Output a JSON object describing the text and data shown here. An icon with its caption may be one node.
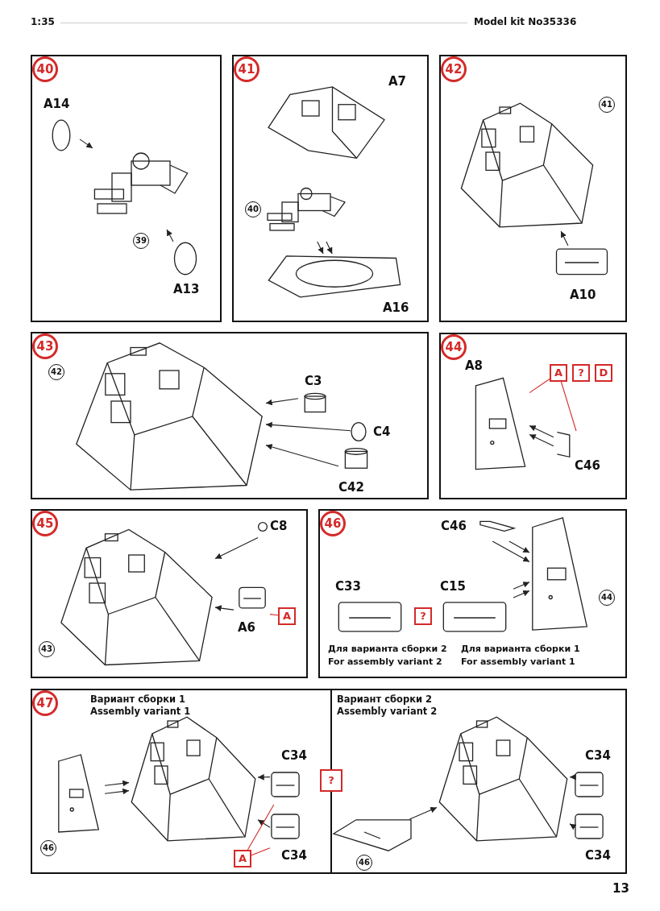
{
  "diagram": {
    "nodes": [
      {
        "text": [
          "40"
        ]
      },
      {
        "text": [
          "A14"
        ],
        "in": 0
      },
      {
        "text": [
          "39"
        ],
        "in": 0
      },
      {
        "text": [
          "A13"
        ],
        "in": 0
      },
      {
        "text": [
          "41"
        ]
      },
      {
        "text": [
          "A7"
        ],
        "in": 4
      },
      {
        "text": [
          "40"
        ],
        "in": 4
      },
      {
        "text": [
          "A16"
        ],
        "in": 4
      },
      {
        "text": [
          "42"
        ]
      },
      {
        "text": [],
        "shape": "picture",
        "in": 8,
        "beside": [
          "41"
        ]
      },
      {
        "text": [
          "A10"
        ],
        "in": 8
      },
      {
        "text": [
          "43"
        ]
      },
      {
        "text": [],
        "shape": "picture",
        "in": 11,
        "beside": [
          "42"
        ]
      },
      {
        "text": [
          "C3"
        ],
        "in": 11
      },
      {
        "text": [
          "C4"
        ],
        "in": 11
      },
      {
        "text": [
          "C42"
        ],
        "in": 11
      },
      {
        "text": [
          "44"
        ]
      },
      {
        "text": [
          "A8"
        ],
        "in": 16
      },
      {
        "text": [
          "C46"
        ],
        "in": 16
      },
      {
        "text": [
          "A"
        ],
        "in": 16
      },
      {
        "text": [
          "?"
        ],
        "in": 16
      },
      {
        "text": [
          "D"
        ],
        "in": 16
      },
      {
        "text": [
          "45"
        ]
      },
      {
        "text": [],
        "shape": "picture",
        "in": 22,
        "beside": [
          "43"
        ]
      },
      {
        "text": [
          "C8"
        ],
        "in": 22
      },
      {
        "text": [
          "A6"
        ],
        "in": 22
      },
      {
        "text": [
          "A"
        ],
        "in": 22
      },
      {
        "text": [
          "46"
        ]
      },
      {
        "text": [
          "C46"
        ],
        "in": 27
      },
      {
        "text": [],
        "shape": "picture",
        "in": 27,
        "beside": [
          "44"
        ]
      },
      {
        "text": [
          "C15"
        ],
        "in": 27,
        "beside": [
          "Для варианта сборки 1",
          "For assembly variant 1"
        ]
      },
      {
        "text": [
          "C33"
        ],
        "in": 27,
        "beside": [
          "Для варианта сборки 2",
          "For assembly variant 2"
        ]
      },
      {
        "text": [
          "?"
        ],
        "in": 27
      },
      {
        "text": [
          "47"
        ]
      },
      {
        "text": [
          "Вариант сборки 1",
          "Assembly variant 1"
        ],
        "in": 33
      },
      {
        "text": [
          "Вариант сборки 2",
          "Assembly variant 2"
        ],
        "in": 33
      },
      {
        "text": [],
        "shape": "picture",
        "in": 34
      },
      {
        "text": [],
        "shape": "picture",
        "in": 34,
        "beside": [
          "46"
        ]
      },
      {
        "text": [
          "C34"
        ],
        "in": 34
      },
      {
        "text": [
          "C34"
        ],
        "in": 34
      },
      {
        "text": [
          "A"
        ],
        "in": 34
      },
      {
        "text": [
          "?"
        ],
        "in": 33
      },
      {
        "text": [],
        "shape": "picture",
        "in": 35
      },
      {
        "text": [],
        "shape": "picture",
        "in": 35,
        "beside": [
          "46"
        ]
      },
      {
        "text": [
          "C34"
        ],
        "in": 35
      },
      {
        "text": [
          "C34"
        ],
        "in": 35
      }
    ],
    "edges": [
      {
        "from": 1,
        "to": 2,
        "arrow": "to"
      },
      {
        "from": 3,
        "to": 2,
        "arrow": "to"
      },
      {
        "from": 6,
        "to": 7,
        "arrow": "to"
      },
      {
        "from": 6,
        "to": 7,
        "arrow": "to"
      },
      {
        "from": 10,
        "to": 9,
        "arrow": "to"
      },
      {
        "from": 13,
        "to": 12,
        "arrow": "to"
      },
      {
        "from": 14,
        "to": 12,
        "arrow": "to"
      },
      {
        "from": 15,
        "to": 12,
        "arrow": "to"
      },
      {
        "from": 18,
        "to": 17,
        "arrow": "to"
      },
      {
        "from": 18,
        "to": 17,
        "arrow": "to"
      },
      {
        "from": 19,
        "to": 17,
        "arrow": "none",
        "color": "#d42a2a"
      },
      {
        "from": 19,
        "to": 18,
        "arrow": "none",
        "color": "#d42a2a"
      },
      {
        "from": 24,
        "to": 23,
        "arrow": "to"
      },
      {
        "from": 25,
        "to": 23,
        "arrow": "to"
      },
      {
        "from": 26,
        "to": 25,
        "arrow": "none",
        "color": "#d42a2a"
      },
      {
        "from": 28,
        "to": 29,
        "arrow": "to"
      },
      {
        "from": 28,
        "to": 29,
        "arrow": "to"
      },
      {
        "from": 30,
        "to": 29,
        "arrow": "to"
      },
      {
        "from": 30,
        "to": 29,
        "arrow": "to"
      },
      {
        "from": 37,
        "to": 36,
        "arrow": "to"
      },
      {
        "from": 37,
        "to": 36,
        "arrow": "to"
      },
      {
        "from": 38,
        "to": 36,
        "arrow": "to"
      },
      {
        "from": 39,
        "to": 36,
        "arrow": "to"
      },
      {
        "from": 40,
        "to": 38,
        "arrow": "none",
        "color": "#d42a2a"
      },
      {
        "from": 40,
        "to": 39,
        "arrow": "none",
        "color": "#d42a2a"
      },
      {
        "from": 43,
        "to": 42,
        "arrow": "to"
      },
      {
        "from": 44,
        "to": 42,
        "arrow": "to"
      },
      {
        "from": 45,
        "to": 42,
        "arrow": "to"
      }
    ],
    "labels": [
      "1:35",
      "Model kit No35336",
      "13"
    ]
  }
}
